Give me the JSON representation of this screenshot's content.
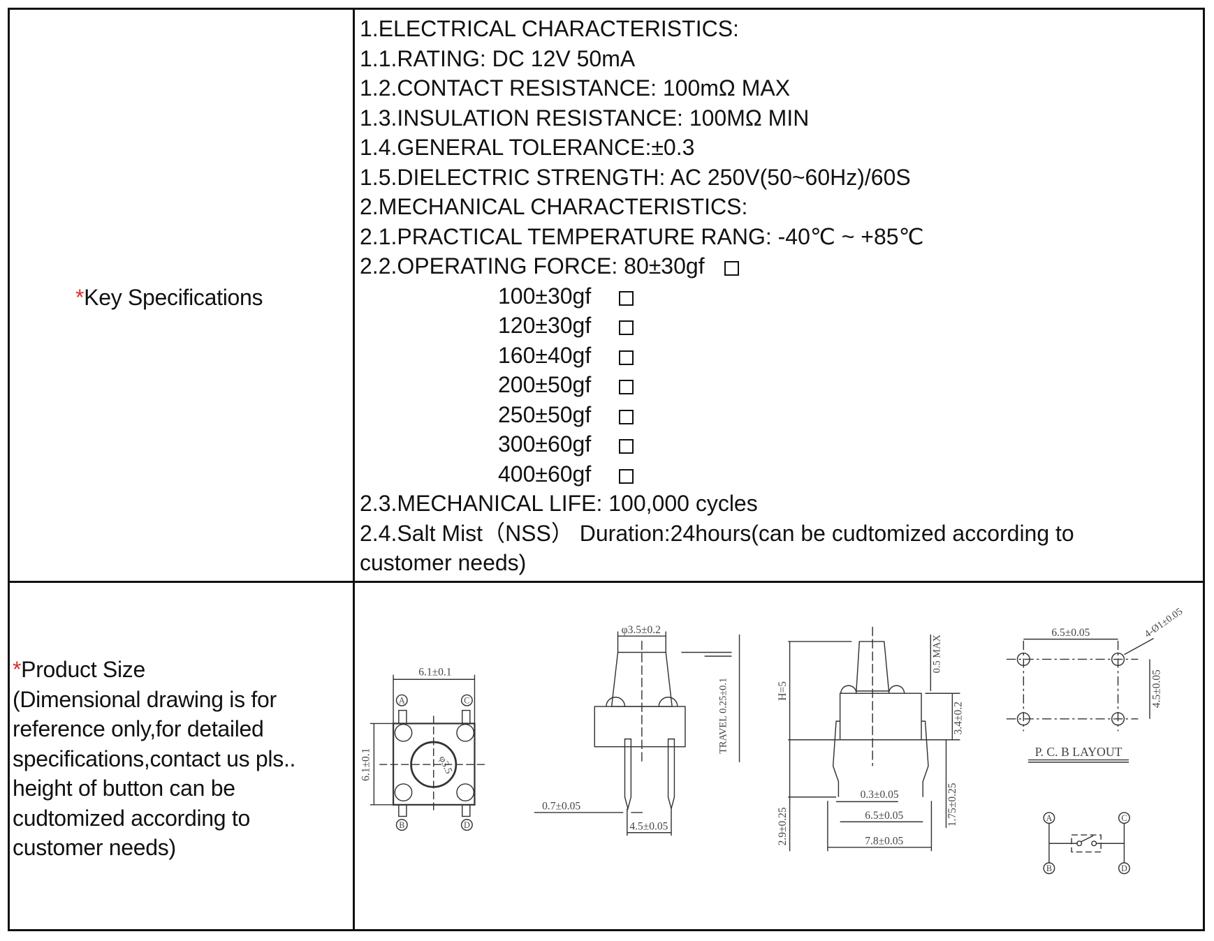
{
  "key_specs": {
    "label_star": "*",
    "label": "Key Specifications",
    "lines": [
      "1.ELECTRICAL CHARACTERISTICS:",
      "1.1.RATING: DC 12V 50mA",
      "1.2.CONTACT RESISTANCE: 100mΩ MAX",
      "1.3.INSULATION RESISTANCE: 100MΩ MIN",
      "1.4.GENERAL TOLERANCE:±0.3",
      "1.5.DIELECTRIC STRENGTH: AC 250V(50~60Hz)/60S",
      "2.MECHANICAL CHARACTERISTICS:",
      "2.1.PRACTICAL TEMPERATURE RANG: -40℃ ~ +85℃",
      "2.2.OPERATING FORCE: 80±30gf"
    ],
    "force_options": [
      "100±30gf",
      "120±30gf",
      "160±40gf",
      "200±50gf",
      "250±50gf",
      "300±60gf",
      "400±60gf"
    ],
    "tail_lines": [
      "2.3.MECHANICAL LIFE: 100,000 cycles",
      "2.4.Salt Mist（NSS） Duration:24hours(can be cudtomized according to",
      "customer needs)"
    ]
  },
  "product_size": {
    "label_star": "*",
    "label": "Product Size",
    "note_lines": [
      "(Dimensional drawing is for",
      "reference only,for detailed",
      "specifications,contact us pls..",
      "height of button can be",
      "cudtomized according to",
      "customer needs)"
    ]
  },
  "drawing": {
    "top_width": "6.1±0.1",
    "top_height": "6.1±0.1",
    "button_dia": "φ3.5",
    "pins": [
      "A",
      "B",
      "C",
      "D"
    ],
    "side_dia": "φ3.5±0.2",
    "travel": "TRAVEL 0.25±0.1",
    "pin_width": "0.7±0.05",
    "pin_pitch": "4.5±0.05",
    "height": "H=5",
    "max_stroke": "0.5 MAX",
    "body_height": "3.4±0.2",
    "leg_height": "1.75±0.25",
    "leg_total": "2.9±0.25",
    "lead_thick": "0.3±0.05",
    "lead_pitch": "6.5±0.05",
    "overall_width": "7.8±0.05",
    "pcb_x": "6.5±0.05",
    "pcb_y": "4.5±0.05",
    "pcb_holes": "4-Ø1±0.05",
    "pcb_title": "P. C. B  LAYOUT"
  }
}
